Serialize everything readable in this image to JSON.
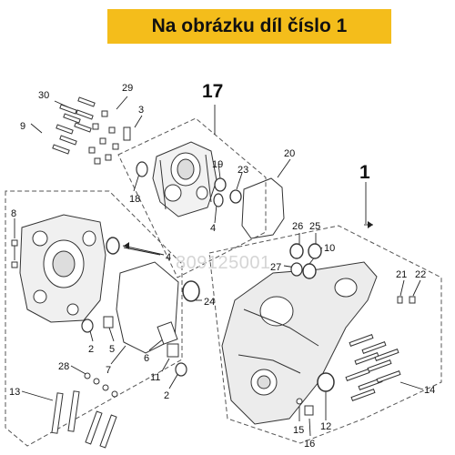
{
  "banner": {
    "text": "Na obrázku díl číslo 1",
    "color": "#f4bd1b"
  },
  "watermark": "809125001",
  "callouts": [
    "1",
    "2",
    "3",
    "4",
    "5",
    "6",
    "7",
    "8",
    "9",
    "10",
    "11",
    "12",
    "13",
    "14",
    "15",
    "16",
    "17",
    "18",
    "19",
    "20",
    "21",
    "22",
    "23",
    "24",
    "25",
    "26",
    "27",
    "28",
    "29",
    "30"
  ],
  "icons": [
    "crankcase-left-part",
    "crankcase-right-part",
    "cover-part",
    "gasket-part",
    "bolt-set-part",
    "bearing-part",
    "seal-part"
  ]
}
